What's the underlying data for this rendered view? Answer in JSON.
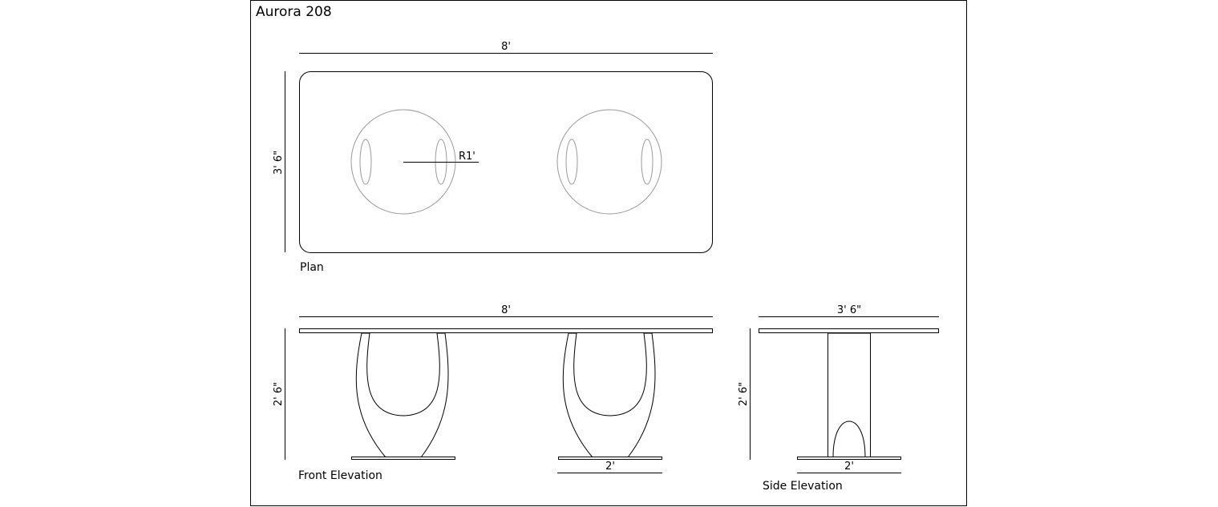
{
  "title": "Aurora 208",
  "views": {
    "plan": {
      "label": "Plan",
      "width_dim": "8'",
      "depth_dim": "3' 6\"",
      "radius_dim": "R1'"
    },
    "front": {
      "label": "Front Elevation",
      "width_dim": "8'",
      "height_dim": "2' 6\"",
      "base_dim": "2'"
    },
    "side": {
      "label": "Side Elevation",
      "width_dim": "3' 6\"",
      "height_dim": "2' 6\"",
      "base_dim": "2'"
    }
  },
  "colors": {
    "line": "#000000",
    "hidden_line": "#9a9a9a",
    "background": "#ffffff"
  }
}
